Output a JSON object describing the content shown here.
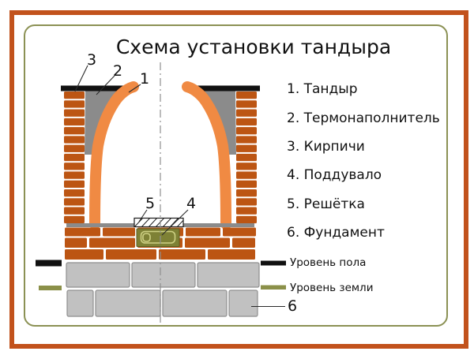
{
  "title": "Схема установки тандыра",
  "legend": {
    "items": [
      "1. Тандыр",
      "2. Термонаполнитель",
      "3. Кирпичи",
      "4. Поддувало",
      "5. Решётка",
      "6. Фундамент"
    ]
  },
  "callouts": {
    "c1": "1",
    "c2": "2",
    "c3": "3",
    "c4": "4",
    "c5": "5",
    "c6": "6"
  },
  "levels": {
    "floor": "Уровень пола",
    "ground": "Уровень земли"
  },
  "colors": {
    "frame_border": "#c2521c",
    "panel_border": "#8b9154",
    "brick": "#bc5513",
    "tandyr_clay": "#f08a43",
    "thermal_filler": "#8b8b8b",
    "cap_black": "#111111",
    "foundation_block": "#c1c1c1",
    "foundation_border": "#8f8f8f",
    "floor_level": "#111111",
    "ground_level": "#8b9049",
    "ash_pit_fill": "#7e8135",
    "ash_pit_outline": "#cdd083",
    "axis_line": "#8f8f8f",
    "text": "#111111"
  }
}
